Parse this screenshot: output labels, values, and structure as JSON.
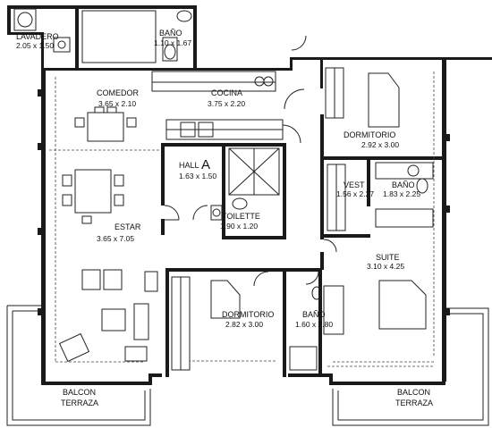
{
  "rooms": {
    "lavadero": {
      "name": "LAVADERO",
      "dims": "2.05 x 1.50"
    },
    "bano_service": {
      "name": "BAÑO",
      "dims": "1.10 x 1.67"
    },
    "comedor": {
      "name": "COMEDOR",
      "dims": "3.65 x 2.10"
    },
    "cocina": {
      "name": "COCINA",
      "dims": "3.75 x 2.20"
    },
    "dormitorio_1": {
      "name": "DORMITORIO",
      "dims": "2.92 x 3.00"
    },
    "hall": {
      "name": "HALL",
      "letter": "A",
      "dims": "1.63 x 1.50"
    },
    "vest": {
      "name": "VEST",
      "dims": "1.56 x 2.27"
    },
    "bano_suite": {
      "name": "BAÑO",
      "dims": "1.83 x 2.25"
    },
    "toilette": {
      "name": "TOILETTE",
      "dims": "1.90 x 1.20"
    },
    "estar": {
      "name": "ESTAR",
      "dims": "3.65 x 7.05"
    },
    "suite": {
      "name": "SUITE",
      "dims": "3.10 x 4.25"
    },
    "dormitorio_2": {
      "name": "DORMITORIO",
      "dims": "2.82 x 3.00"
    },
    "bano_2": {
      "name": "BAÑO",
      "dims": "1.60 x 2.80"
    },
    "balcon_left": {
      "name": "BALCON",
      "sub": "TERRAZA"
    },
    "balcon_right": {
      "name": "BALCON",
      "sub": "TERRAZA"
    }
  }
}
